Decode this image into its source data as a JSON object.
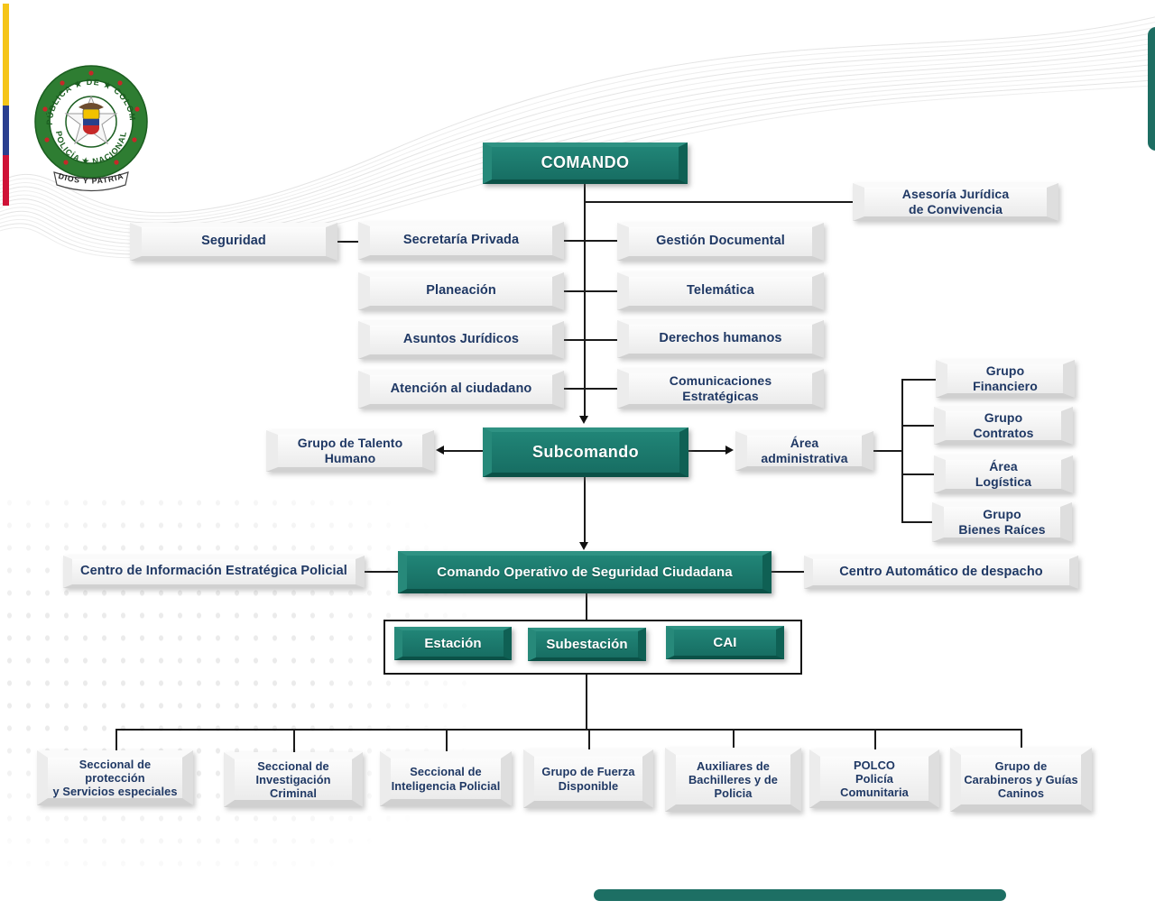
{
  "colors": {
    "teal": "#1d7b6e",
    "teal_dark": "#0f6054",
    "navy_text": "#1f3864",
    "line": "#1b1b1b",
    "accent_bar": "#1d6f64",
    "flag_yellow": "#f5c518",
    "flag_blue": "#2a3f8f",
    "flag_red": "#cf1237"
  },
  "logo": {
    "arc_top": "REPÚBLICA ★ DE ★ COLOMBIA",
    "arc_bottom": "POLICÍA ★ NACIONAL",
    "ribbon": "DIOS Y PATRIA"
  },
  "org": {
    "comando": {
      "label": "COMANDO"
    },
    "asesoria": {
      "label": "Asesoría Jurídica\nde Convivencia"
    },
    "seguridad": {
      "label": "Seguridad"
    },
    "col_a": [
      {
        "label": "Secretaría Privada"
      },
      {
        "label": "Planeación"
      },
      {
        "label": "Asuntos Jurídicos"
      },
      {
        "label": "Atención al ciudadano"
      }
    ],
    "col_b": [
      {
        "label": "Gestión Documental"
      },
      {
        "label": "Telemática"
      },
      {
        "label": "Derechos humanos"
      },
      {
        "label": "Comunicaciones\nEstratégicas"
      }
    ],
    "talento": {
      "label": "Grupo de Talento\nHumano"
    },
    "subcomando": {
      "label": "Subcomando"
    },
    "area_admin": {
      "label": "Área\nadministrativa"
    },
    "admin_groups": [
      {
        "label": "Grupo\nFinanciero"
      },
      {
        "label": "Grupo\nContratos"
      },
      {
        "label": "Área\nLogística"
      },
      {
        "label": "Grupo\nBienes Raíces"
      }
    ],
    "ciep": {
      "label": "Centro de Información Estratégica Policial"
    },
    "cosc": {
      "label": "Comando Operativo de Seguridad Ciudadana"
    },
    "cad": {
      "label": "Centro Automático de despacho"
    },
    "stations": [
      {
        "label": "Estación"
      },
      {
        "label": "Subestación"
      },
      {
        "label": "CAI"
      }
    ],
    "bottom_row": [
      {
        "label": "Seccional de protección\ny Servicios especiales"
      },
      {
        "label": "Seccional de\nInvestigación Criminal"
      },
      {
        "label": "Seccional de\nInteligencia Policial"
      },
      {
        "label": "Grupo de Fuerza\nDisponible"
      },
      {
        "label": "Auxiliares de\nBachilleres y de\nPolicia"
      },
      {
        "label": "POLCO\nPolicía Comunitaria"
      },
      {
        "label": "Grupo de\nCarabineros y Guías\nCaninos"
      }
    ]
  }
}
